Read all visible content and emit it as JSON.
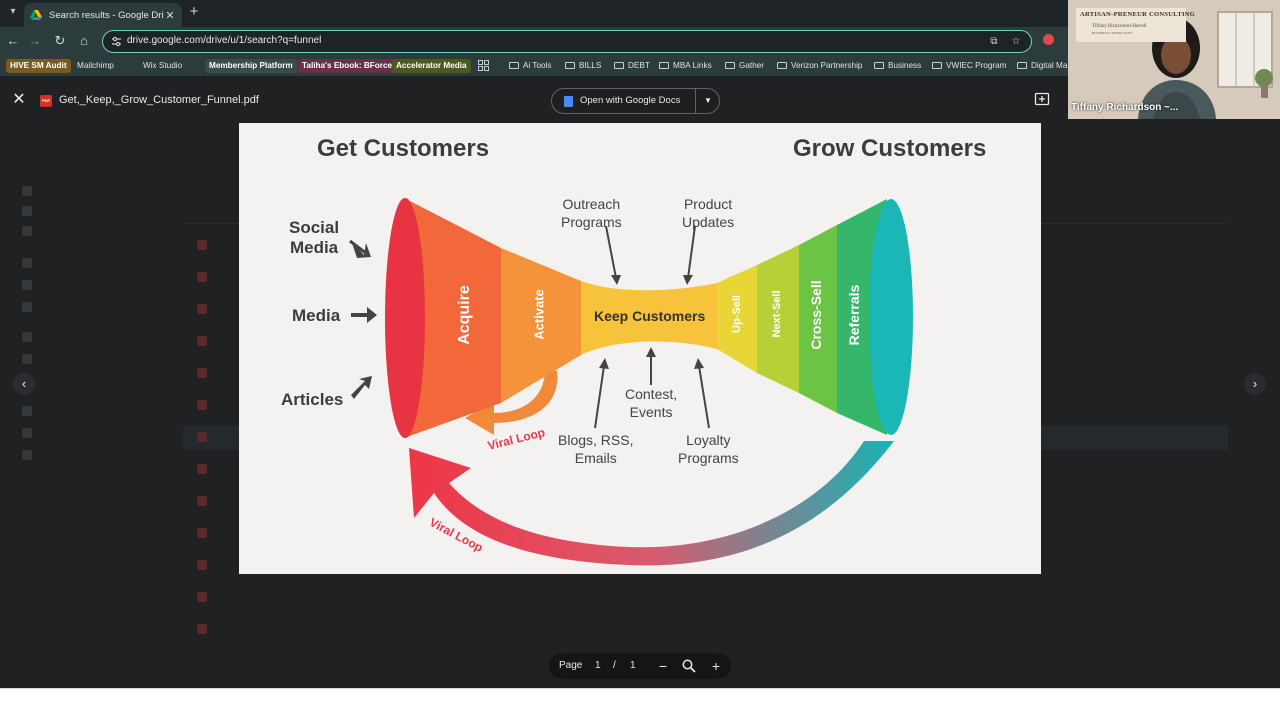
{
  "browser": {
    "tab": {
      "title": "Search results - Google Drive"
    },
    "url": "drive.google.com/drive/u/1/search?q=funnel",
    "bookmarks": [
      {
        "label": "HIVE SM Audit",
        "color": "#7a5b1e",
        "type": "chip"
      },
      {
        "label": "Mailchimp",
        "color": "#2c3b3c",
        "type": "link"
      },
      {
        "label": "Wix Studio",
        "color": "#2c3b3c",
        "type": "link"
      },
      {
        "label": "Membership Platform",
        "color": "#3b4a4a",
        "type": "chip"
      },
      {
        "label": "Taliha's Ebook: BForce",
        "color": "#6a2f4a",
        "type": "chip"
      },
      {
        "label": "Accelerator Media",
        "color": "#4c5a21",
        "type": "chip"
      },
      {
        "label": "Ai Tools",
        "type": "folder"
      },
      {
        "label": "BILLS",
        "type": "folder"
      },
      {
        "label": "DEBT",
        "type": "folder"
      },
      {
        "label": "MBA Links",
        "type": "folder"
      },
      {
        "label": "Gather",
        "type": "folder"
      },
      {
        "label": "Verizon Partnership",
        "type": "folder"
      },
      {
        "label": "Business",
        "type": "folder"
      },
      {
        "label": "VWIEC Program",
        "type": "folder"
      },
      {
        "label": "Digital Ma",
        "type": "folder"
      }
    ]
  },
  "viewer": {
    "file_name": "Get,_Keep,_Grow_Customer_Funnel.pdf",
    "open_with_label": "Open with Google Docs",
    "page_label": "Page",
    "current_page": "1",
    "page_separator": "/",
    "total_pages": "1"
  },
  "slide": {
    "heading_left": "Get Customers",
    "heading_right": "Grow Customers",
    "sources": [
      "Social\nMedia",
      "Media",
      "Articles"
    ],
    "stages_left": [
      "Acquire",
      "Activate"
    ],
    "center_stage": "Keep Customers",
    "stages_right": [
      "Up-Sell",
      "Next-Sell",
      "Cross-Sell",
      "Referrals"
    ],
    "top_inputs": [
      "Outreach\nPrograms",
      "Product\nUpdates"
    ],
    "bottom_inputs": [
      "Blogs, RSS,\nEmails",
      "Contest,\nEvents",
      "Loyalty\nPrograms"
    ],
    "viral_loop_small": "Viral Loop",
    "viral_loop_large": "Viral Loop"
  },
  "webcam": {
    "sign_title": "ARTISAN-PRENEUR CONSULTING",
    "sign_subtitle": "Tiffany Richardson-Harrell",
    "sign_tagline": "BUSINESS CONSULTANT",
    "participant_name": "Tiffany Richardson ~..."
  }
}
